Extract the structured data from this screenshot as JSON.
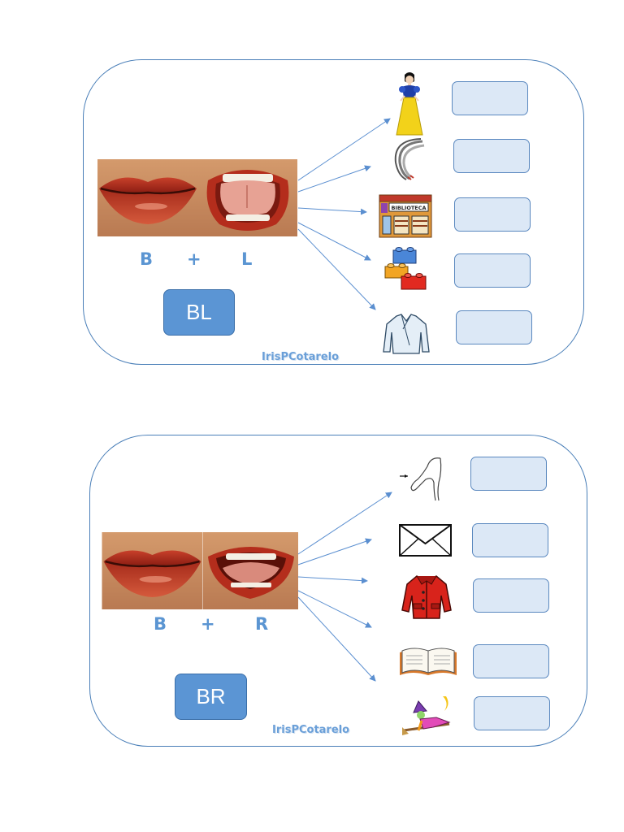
{
  "cards": [
    {
      "letters": [
        "B",
        "+",
        "L"
      ],
      "syllable": "BL",
      "credit": "IrisPCotarelo",
      "pictures": [
        "princess-icon",
        "cables-icon",
        "library-icon",
        "blocks-icon",
        "blouse-icon"
      ],
      "sign_text": "BIBLIOTECA"
    },
    {
      "letters": [
        "B",
        "+",
        "R"
      ],
      "syllable": "BR",
      "credit": "IrisPCotarelo",
      "pictures": [
        "arm-icon",
        "envelope-icon",
        "coat-icon",
        "book-icon",
        "witch-icon"
      ]
    }
  ],
  "colors": {
    "border": "#4a7fb8",
    "accent": "#5b95d4",
    "answer_fill": "#dce8f6",
    "arrow": "#5b8fd0"
  }
}
